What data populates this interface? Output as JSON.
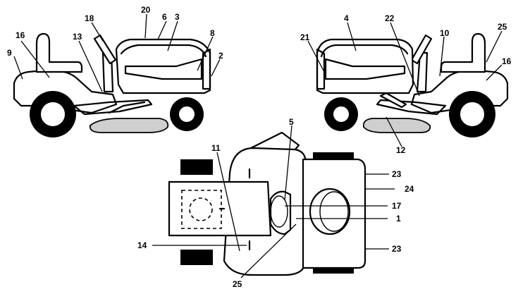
{
  "callouts": {
    "c1": "1",
    "c2": "2",
    "c3": "3",
    "c4": "4",
    "c5": "5",
    "c6": "6",
    "c8": "8",
    "c9": "9",
    "c10": "10",
    "c11": "11",
    "c12": "12",
    "c13": "13",
    "c14": "14",
    "c16a": "16",
    "c16b": "16",
    "c17": "17",
    "c18": "18",
    "c20": "20",
    "c21": "21",
    "c22": "22",
    "c23a": "23",
    "c23b": "23",
    "c24": "24",
    "c25a": "25",
    "c25b": "25"
  }
}
